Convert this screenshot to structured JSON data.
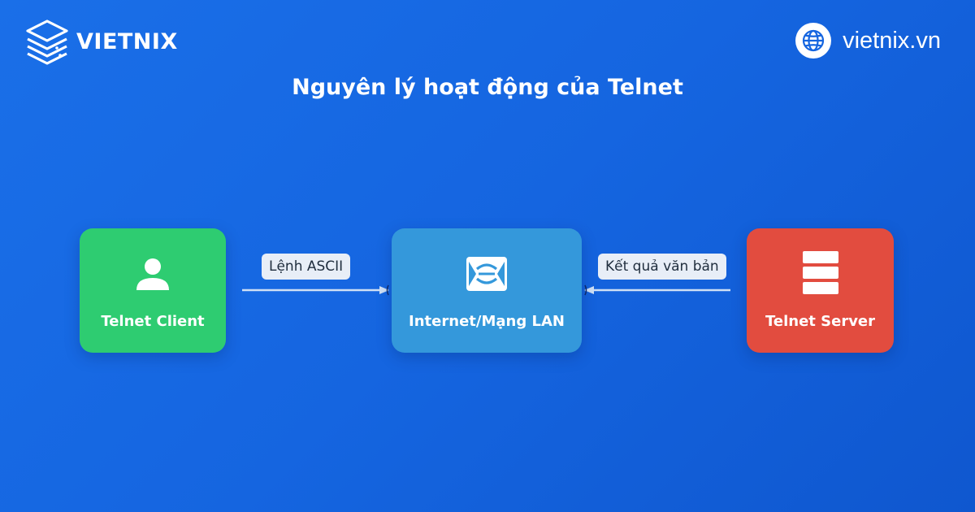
{
  "brand": {
    "name": "VIETNIX",
    "website": "vietnix.vn",
    "logo_icon": "stacked-layers-icon",
    "globe_icon": "globe-icon"
  },
  "title": "Nguyên lý hoạt động của Telnet",
  "nodes": {
    "client": {
      "label": "Telnet Client",
      "icon": "user-icon",
      "color": "#2ecc71"
    },
    "network": {
      "label": "Internet/Mạng LAN",
      "icon": "network-icon",
      "color": "#3498db"
    },
    "server": {
      "label": "Telnet Server",
      "icon": "server-icon",
      "color": "#e24c3f"
    }
  },
  "edges": {
    "client_to_network": {
      "label": "Lệnh ASCII"
    },
    "server_to_network": {
      "label": "Kết quả văn bản"
    }
  },
  "colors": {
    "background": "#1565e0",
    "edge_line": "#cfe0f5",
    "edge_label_bg": "#e8eef7"
  }
}
